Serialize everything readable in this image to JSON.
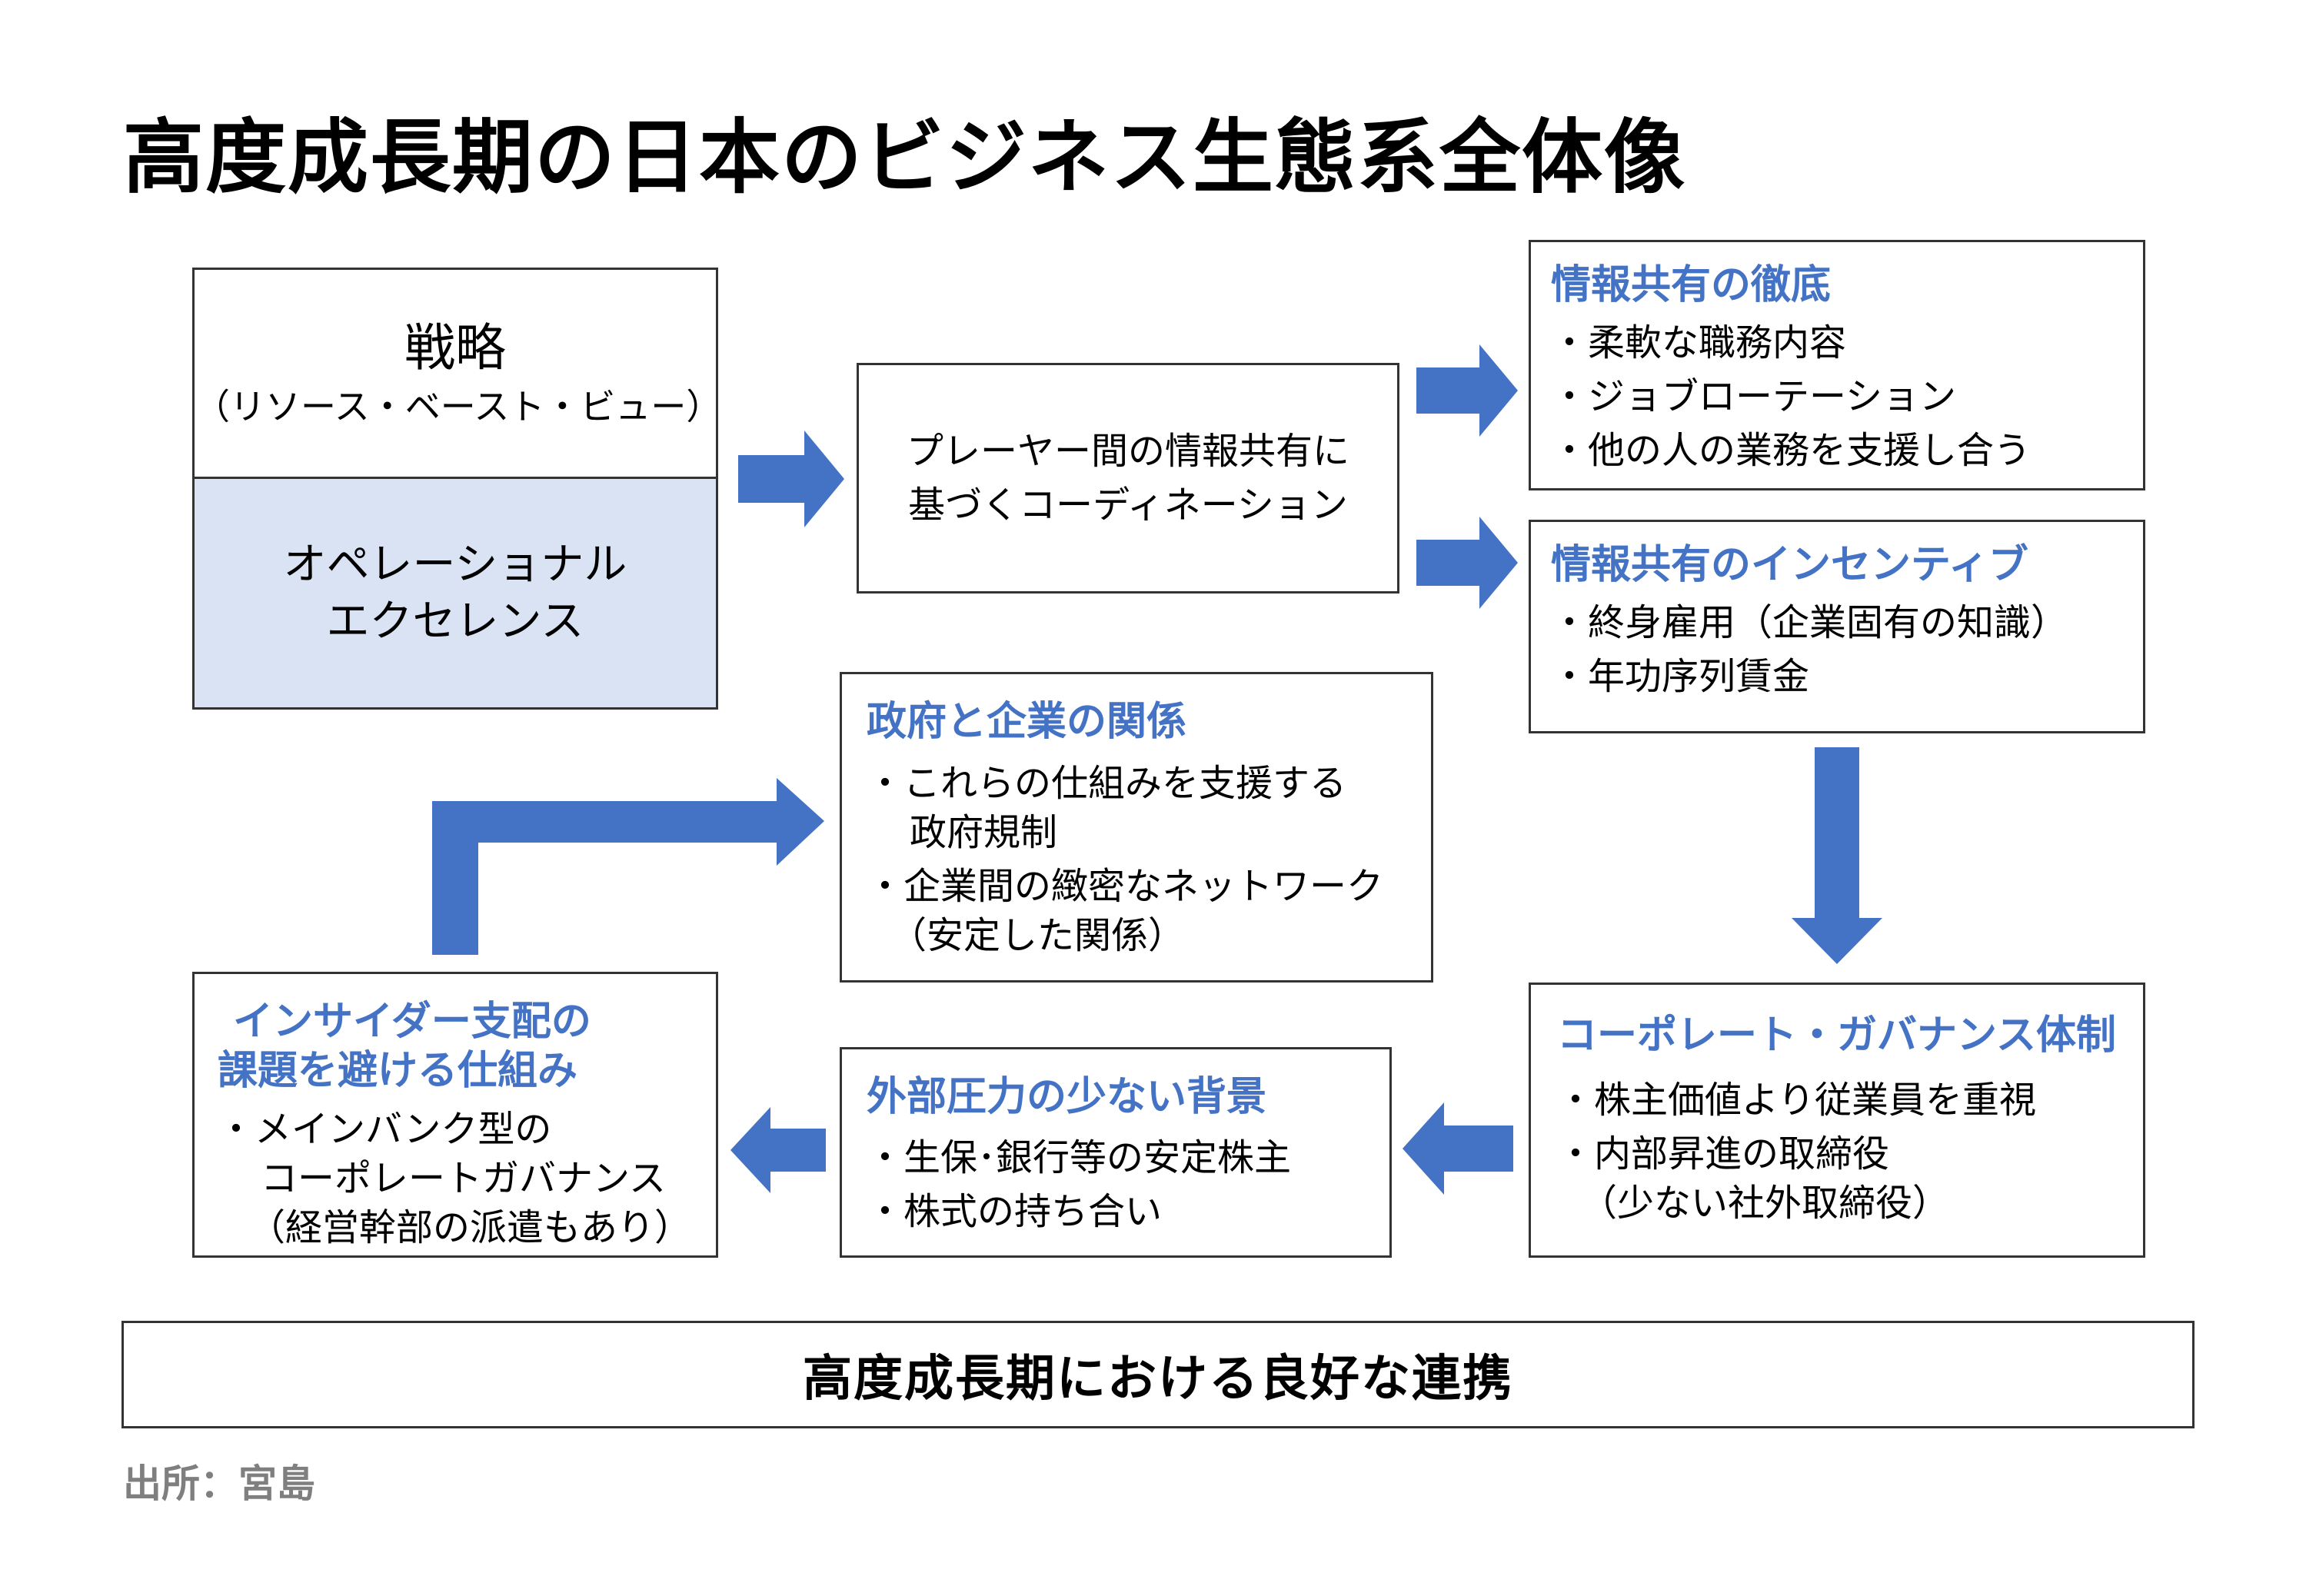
{
  "title": "高度成長期の日本のビジネス生態系全体像",
  "colors": {
    "accent": "#4472c4",
    "fill_light": "#dae3f3",
    "border": "#333333"
  },
  "strategy_box": {
    "top_title": "戦略",
    "top_subtitle": "（リソース・ベースト・ビュー）",
    "bottom_line1": "オペレーショナル",
    "bottom_line2": "エクセレンス"
  },
  "coordination_box": {
    "line1": "プレーヤー間の情報共有に",
    "line2": "基づくコーディネーション"
  },
  "info_sharing": {
    "heading": "情報共有の徹底",
    "items": [
      "・柔軟な職務内容",
      "・ジョブローテーション",
      "・他の人の業務を支援し合う"
    ]
  },
  "incentive": {
    "heading": "情報共有のインセンティブ",
    "items": [
      "・終身雇用（企業固有の知識）",
      "・年功序列賃金"
    ]
  },
  "government": {
    "heading": "政府と企業の関係",
    "item1_line1": "・これらの仕組みを支援する",
    "item1_line2": "政府規制",
    "item2_line1": "・企業間の緻密なネットワーク",
    "item2_line2": "（安定した関係）"
  },
  "governance": {
    "heading": "コーポレート・ガバナンス体制",
    "item1": "・株主価値より従業員を重視",
    "item2_line1": "・内部昇進の取締役",
    "item2_line2": "（少ない社外取締役）"
  },
  "external": {
    "heading": "外部圧力の少ない背景",
    "items": [
      "・生保･銀行等の安定株主",
      "・株式の持ち合い"
    ]
  },
  "insider": {
    "heading_line1": "インサイダー支配の",
    "heading_line2": "課題を避ける仕組み",
    "item_line1": "・メインバンク型の",
    "item_line2": "コーポレートガバナンス",
    "item_line3": "（経営幹部の派遣もあり）"
  },
  "bottom_banner": "高度成長期における良好な連携",
  "source": "出所：宮島"
}
